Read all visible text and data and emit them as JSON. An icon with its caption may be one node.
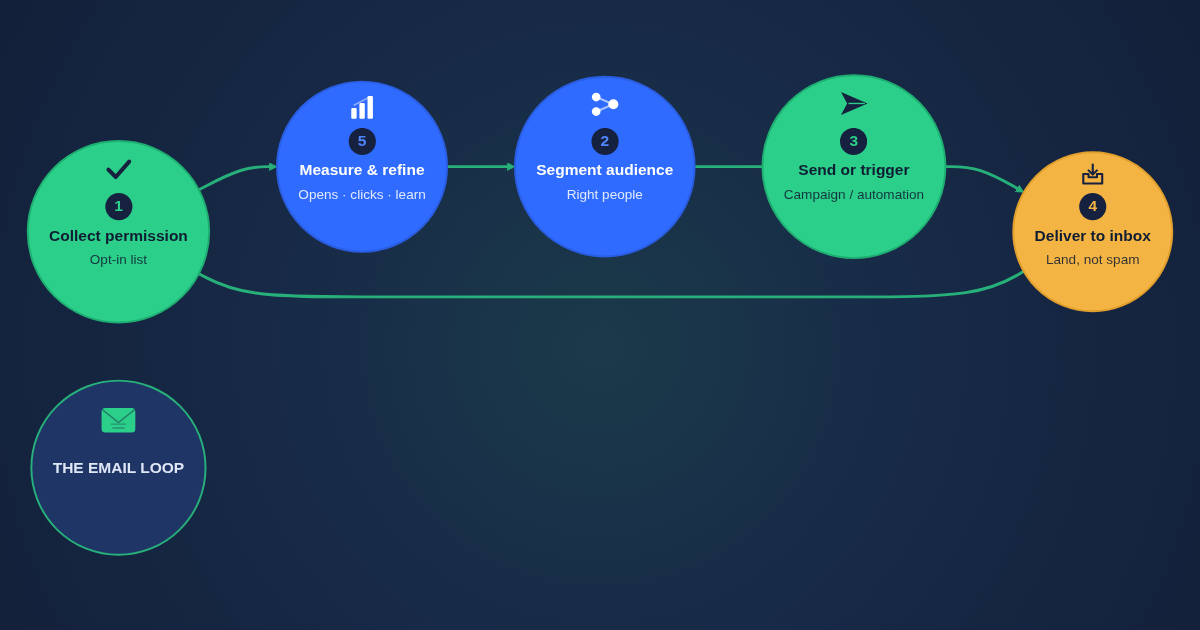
{
  "diagram": {
    "nodes": [
      {
        "text": [
          "1",
          "Collect permission",
          "Opt-in list"
        ]
      },
      {
        "text": [
          "2",
          "Segment audience",
          "Right people"
        ]
      },
      {
        "text": [
          "3",
          "Send or trigger",
          "Campaign / automation"
        ]
      },
      {
        "text": [
          "4",
          "Deliver to inbox",
          "Land, not spam"
        ]
      },
      {
        "text": [
          "5",
          "Measure & refine",
          "Opens · clicks · learn"
        ]
      },
      {
        "text": [
          "THE EMAIL LOOP"
        ]
      }
    ],
    "edges": [
      {
        "from": 0,
        "to": 4,
        "arrow": "to"
      },
      {
        "from": 4,
        "to": 1,
        "arrow": "to"
      },
      {
        "from": 1,
        "to": 2,
        "arrow": "none"
      },
      {
        "from": 2,
        "to": 3,
        "arrow": "to"
      },
      {
        "from": 3,
        "to": 0,
        "arrow": "none"
      }
    ]
  }
}
